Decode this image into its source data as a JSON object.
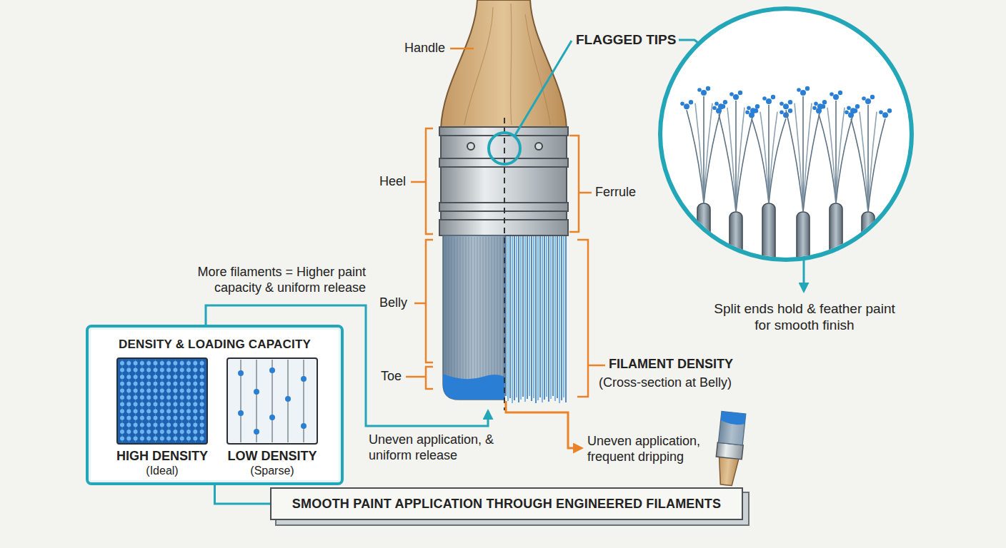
{
  "diagram": {
    "nodes": [
      {
        "text": [
          "DENSITY & LOADING CAPACITY"
        ]
      },
      {
        "text": [
          "HIGH DENSITY",
          "(Ideal)"
        ],
        "in": 0
      },
      {
        "text": [
          "LOW DENSITY",
          "(Sparse)"
        ],
        "in": 0
      },
      {
        "text": [
          "SMOOTH PAINT APPLICATION THROUGH ENGINEERED FILAMENTS"
        ]
      }
    ],
    "edges": [
      {
        "from": 0,
        "to": 3,
        "arrow": "none"
      }
    ],
    "labels": [
      "Handle",
      "FLAGGED TIPS",
      "Split ends hold & feather paint for smooth finish",
      "Heel",
      "Ferrule",
      "More filaments = Higher paint capacity & uniform release",
      "Belly",
      "Toe",
      "FILAMENT DENSITY",
      "(Cross-section at Belly)",
      "Uneven application, & uniform release",
      "Uneven application, frequent dripping"
    ]
  }
}
